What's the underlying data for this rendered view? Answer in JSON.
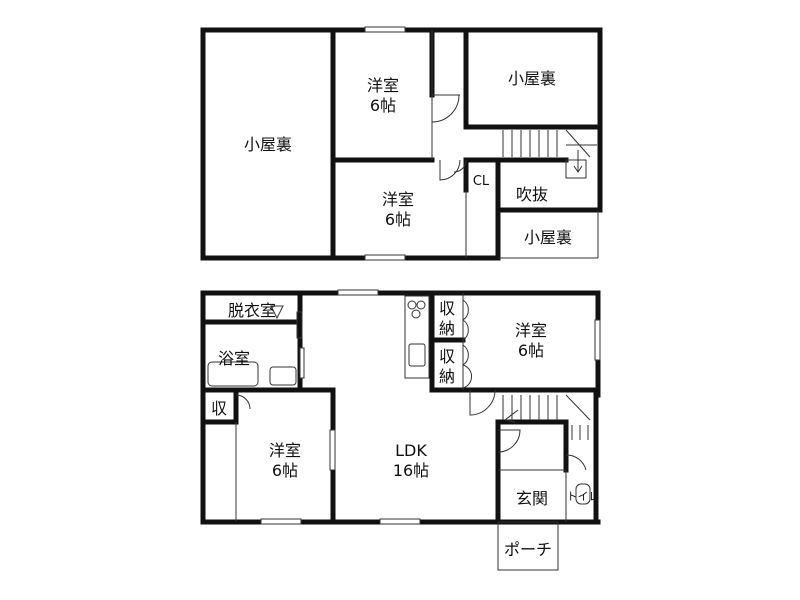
{
  "upper_floor": {
    "attic_large": "小屋裏",
    "attic_top_right": "小屋裏",
    "attic_bottom_right": "小屋裏",
    "western_room_top": {
      "name": "洋室",
      "size": "6帖"
    },
    "western_room_mid": {
      "name": "洋室",
      "size": "6帖"
    },
    "closet": "CL",
    "void": "吹抜"
  },
  "ground_floor": {
    "changing_room": "脱衣室",
    "bathroom": "浴室",
    "storage_small": "収",
    "western_room_left": {
      "name": "洋室",
      "size": "6帖"
    },
    "ldk": {
      "name": "LDK",
      "size": "16帖"
    },
    "storage_1": {
      "line1": "収",
      "line2": "納"
    },
    "storage_2": {
      "line1": "収",
      "line2": "納"
    },
    "western_room_right": {
      "name": "洋室",
      "size": "6帖"
    },
    "entrance": "玄関",
    "toilet": "トイレ",
    "porch": "ポーチ"
  }
}
